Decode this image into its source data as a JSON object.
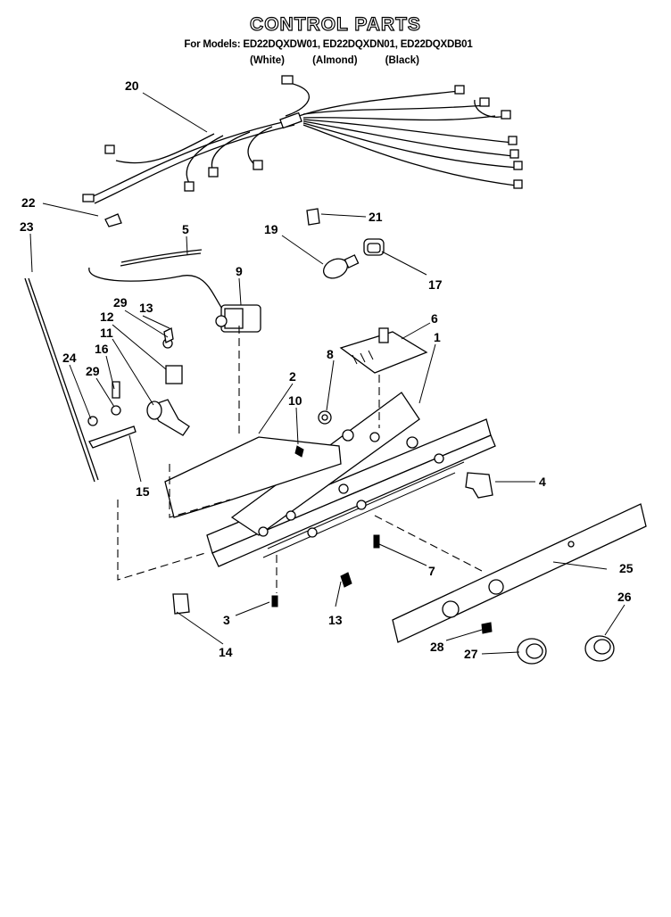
{
  "header": {
    "title": "CONTROL PARTS",
    "models": "For Models: ED22DQXDW01, ED22DQXDN01, ED22DQXDB01",
    "variants": [
      "(White)",
      "(Almond)",
      "(Black)"
    ]
  },
  "callouts": {
    "c20": "20",
    "c22": "22",
    "c23": "23",
    "c21": "21",
    "c19": "19",
    "c17": "17",
    "c5": "5",
    "c9": "9",
    "c29a": "29",
    "c13a": "13",
    "c12": "12",
    "c11": "11",
    "c16": "16",
    "c24": "24",
    "c29b": "29",
    "c8": "8",
    "c6": "6",
    "c1": "1",
    "c2": "2",
    "c10": "10",
    "c15": "15",
    "c4": "4",
    "c7": "7",
    "c25": "25",
    "c26": "26",
    "c3": "3",
    "c13b": "13",
    "c14": "14",
    "c28": "28",
    "c27": "27"
  }
}
